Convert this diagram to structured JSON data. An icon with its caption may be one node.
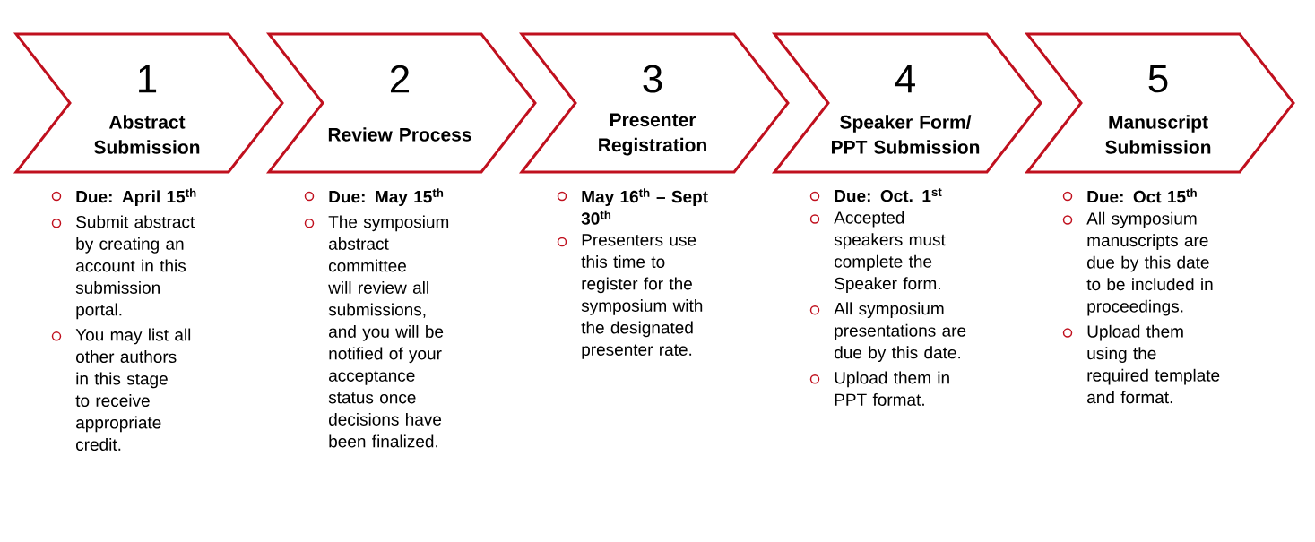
{
  "diagram": {
    "nodes": [
      {
        "text": [
          "1",
          "Abstract Submission"
        ],
        "beside": [
          "Due: April 15$^{th}$",
          "Submit abstract by creating an account in this submission portal.",
          "You may list all other authors in this stage to receive appropriate credit."
        ]
      },
      {
        "text": [
          "2",
          "Review Process"
        ],
        "beside": [
          "Due: May 15$^{th}$",
          "The symposium abstract committee will review all submissions, and you will be notified of your acceptance status once decisions have been finalized."
        ]
      },
      {
        "text": [
          "3",
          "Presenter Registration"
        ],
        "beside": [
          "May 16$^{th}$ – Sept 30$^{th}$",
          "Presenters use this time to register for the symposium with the designated presenter rate."
        ]
      },
      {
        "text": [
          "4",
          "Speaker Form/ PPT Submission"
        ],
        "beside": [
          "Due: Oct. 1$^{st}$",
          "Accepted speakers must complete the Speaker form.",
          "All symposium presentations are due by this date.",
          "Upload them in PPT format."
        ]
      },
      {
        "text": [
          "5",
          "Manuscript Submission"
        ],
        "beside": [
          "Due: Oct 15$^{th}$",
          "All symposium manuscripts are due by this date to be included in proceedings.",
          "Upload them using the required template and format."
        ]
      }
    ]
  }
}
